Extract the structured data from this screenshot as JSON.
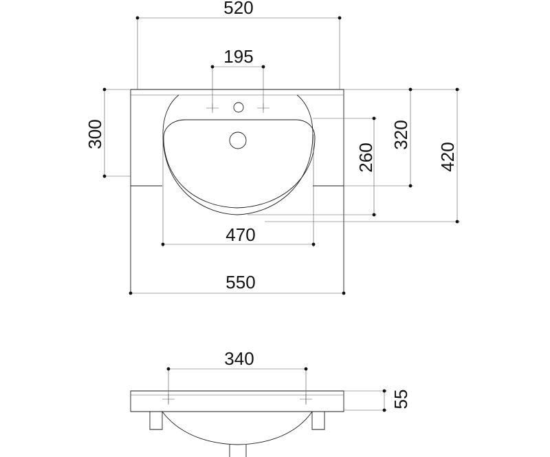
{
  "top_view": {
    "width_top": "520",
    "tap_spacing": "195",
    "left_height": "300",
    "bowl_depth": "260",
    "right_height": "320",
    "overall_depth": "420",
    "bowl_width": "470",
    "overall_width": "550"
  },
  "side_view": {
    "tap_spacing": "340",
    "slab_height": "55"
  }
}
